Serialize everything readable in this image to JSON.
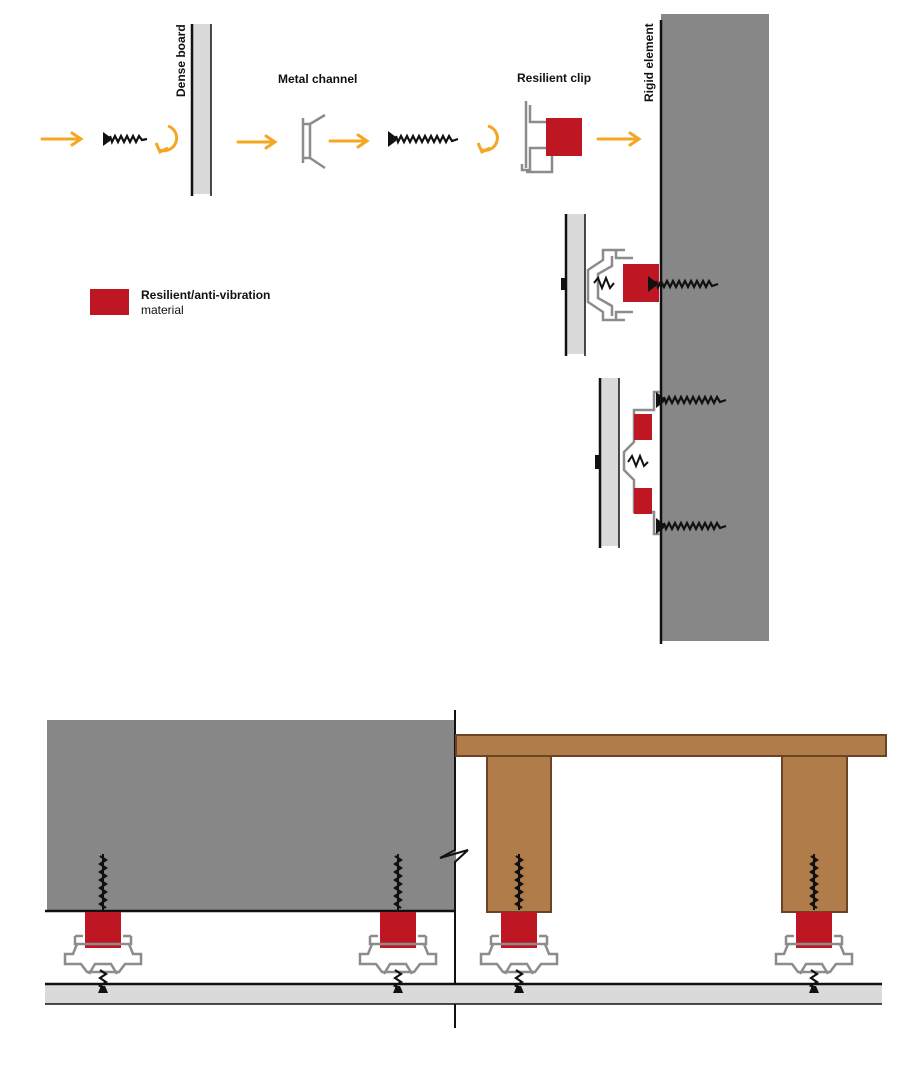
{
  "labels": {
    "dense_board": "Dense board",
    "metal_channel": "Metal channel",
    "resilient_clip": "Resilient clip",
    "rigid_element": "Rigid element"
  },
  "legend": {
    "title": "Resilient/anti-vibration",
    "subtitle": "material",
    "swatch_color": "#be1622"
  },
  "colors": {
    "arrow": "#f5a623",
    "resilient": "#be1622",
    "rigid": "#878787",
    "board": "#dadada",
    "metal": "#8c8c8c",
    "timber": "#b07d4a",
    "timber_edge": "#6b4423",
    "screw": "#111111"
  }
}
